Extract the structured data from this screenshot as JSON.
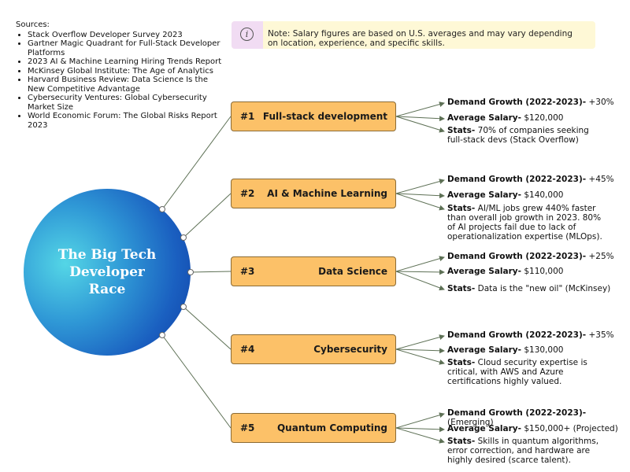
{
  "sources": {
    "title": "Sources:",
    "items": [
      "Stack Overflow Developer Survey 2023",
      "Gartner Magic Quadrant for Full-Stack Developer Platforms",
      "2023 AI & Machine Learning Hiring Trends Report",
      "McKinsey Global Institute: The Age of Analytics",
      "Harvard Business Review: Data Science Is the New Competitive Advantage",
      "Cybersecurity Ventures: Global Cybersecurity Market Size",
      "World Economic Forum: The Global Risks Report 2023"
    ]
  },
  "note": {
    "icon": "info-icon",
    "text": "Note: Salary figures are based on U.S. averages and may vary depending on location, experience, and specific skills."
  },
  "hub": {
    "title": "The Big Tech\nDeveloper\nRace"
  },
  "colors": {
    "box_fill": "#fcc168",
    "box_border": "#8b6b35",
    "hub_light": "#54d6e6",
    "hub_dark": "#0f3fa3",
    "note_bg": "#fef8d6",
    "note_icon_bg": "#f1dcf3",
    "line": "#5d7055"
  },
  "categories": [
    {
      "rank": "#1",
      "name": "Full-stack development",
      "demand_label": "Demand Growth (2022-2023)-",
      "demand_value": " +30%",
      "salary_label": "Average Salary-",
      "salary_value": " $120,000",
      "stats_label": "Stats-",
      "stats_value": " 70% of companies seeking full-stack devs (Stack Overflow)"
    },
    {
      "rank": "#2",
      "name": "AI & Machine Learning",
      "demand_label": "Demand Growth (2022-2023)-",
      "demand_value": " +45%",
      "salary_label": "Average Salary-",
      "salary_value": " $140,000",
      "stats_label": "Stats-",
      "stats_value": " AI/ML jobs grew 440% faster than overall job growth in 2023. 80% of AI projects fail due to lack of operationalization expertise (MLOps)."
    },
    {
      "rank": "#3",
      "name": "Data Science",
      "demand_label": "Demand Growth (2022-2023)-",
      "demand_value": " +25%",
      "salary_label": "Average Salary-",
      "salary_value": " $110,000",
      "stats_label": "Stats-",
      "stats_value": " Data is the \"new oil\" (McKinsey)"
    },
    {
      "rank": "#4",
      "name": "Cybersecurity",
      "demand_label": "Demand Growth (2022-2023)-",
      "demand_value": " +35%",
      "salary_label": "Average Salary-",
      "salary_value": " $130,000",
      "stats_label": "Stats-",
      "stats_value": " Cloud security expertise is critical, with AWS and Azure certifications highly valued."
    },
    {
      "rank": "#5",
      "name": "Quantum Computing",
      "demand_label": "Demand Growth (2022-2023)-",
      "demand_value": " (Emerging)",
      "salary_label": "Average Salary-",
      "salary_value": " $150,000+ (Projected)",
      "stats_label": "Stats-",
      "stats_value": " Skills in quantum algorithms, error correction, and hardware are highly desired (scarce talent)."
    }
  ]
}
